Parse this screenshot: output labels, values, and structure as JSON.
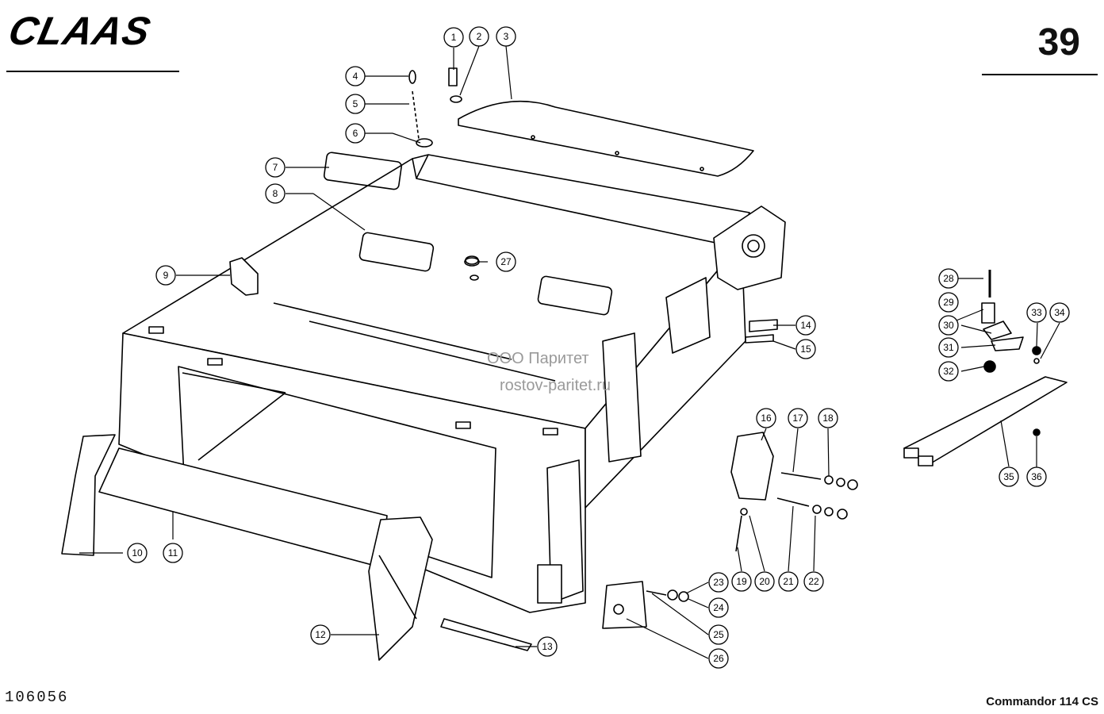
{
  "header": {
    "brand": "CLAAS",
    "page_number": "39"
  },
  "footer": {
    "drawing_number": "106056",
    "model": "Commandor 114 CS"
  },
  "watermark": {
    "line1": "ООО Паритет",
    "line2": "rostov-paritet.ru"
  },
  "callouts": [
    "1",
    "2",
    "3",
    "4",
    "5",
    "6",
    "7",
    "8",
    "9",
    "10",
    "11",
    "12",
    "13",
    "14",
    "15",
    "16",
    "17",
    "18",
    "19",
    "20",
    "21",
    "22",
    "23",
    "24",
    "25",
    "26",
    "27",
    "28",
    "29",
    "30",
    "31",
    "32",
    "33",
    "34",
    "35",
    "36"
  ]
}
